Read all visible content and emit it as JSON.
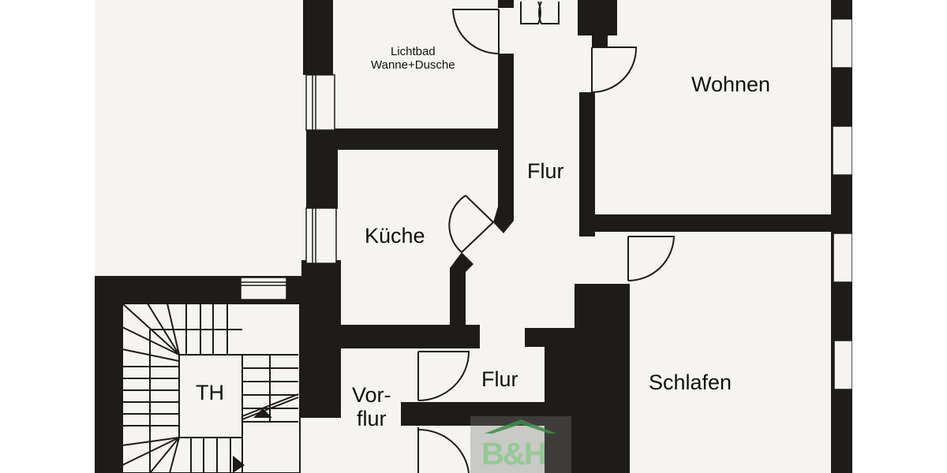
{
  "floor_plan": {
    "rooms": [
      {
        "id": "lichtbad",
        "lines": [
          "Lichtbad",
          "Wanne+Dusche"
        ]
      },
      {
        "id": "wohnen",
        "label": "Wohnen"
      },
      {
        "id": "flur_upper",
        "label": "Flur"
      },
      {
        "id": "kueche",
        "label": "Küche"
      },
      {
        "id": "flur_lower",
        "label": "Flur"
      },
      {
        "id": "vorflur",
        "lines": [
          "Vor-",
          "flur"
        ]
      },
      {
        "id": "schlafen",
        "label": "Schlafen"
      },
      {
        "id": "treppenhaus",
        "label": "TH"
      }
    ],
    "watermark": {
      "text": "B&H",
      "color": "#8cc88c"
    },
    "colors": {
      "wall": "#1e1c1a",
      "paper": "#f5f4f0",
      "background": "#ffffff"
    }
  }
}
